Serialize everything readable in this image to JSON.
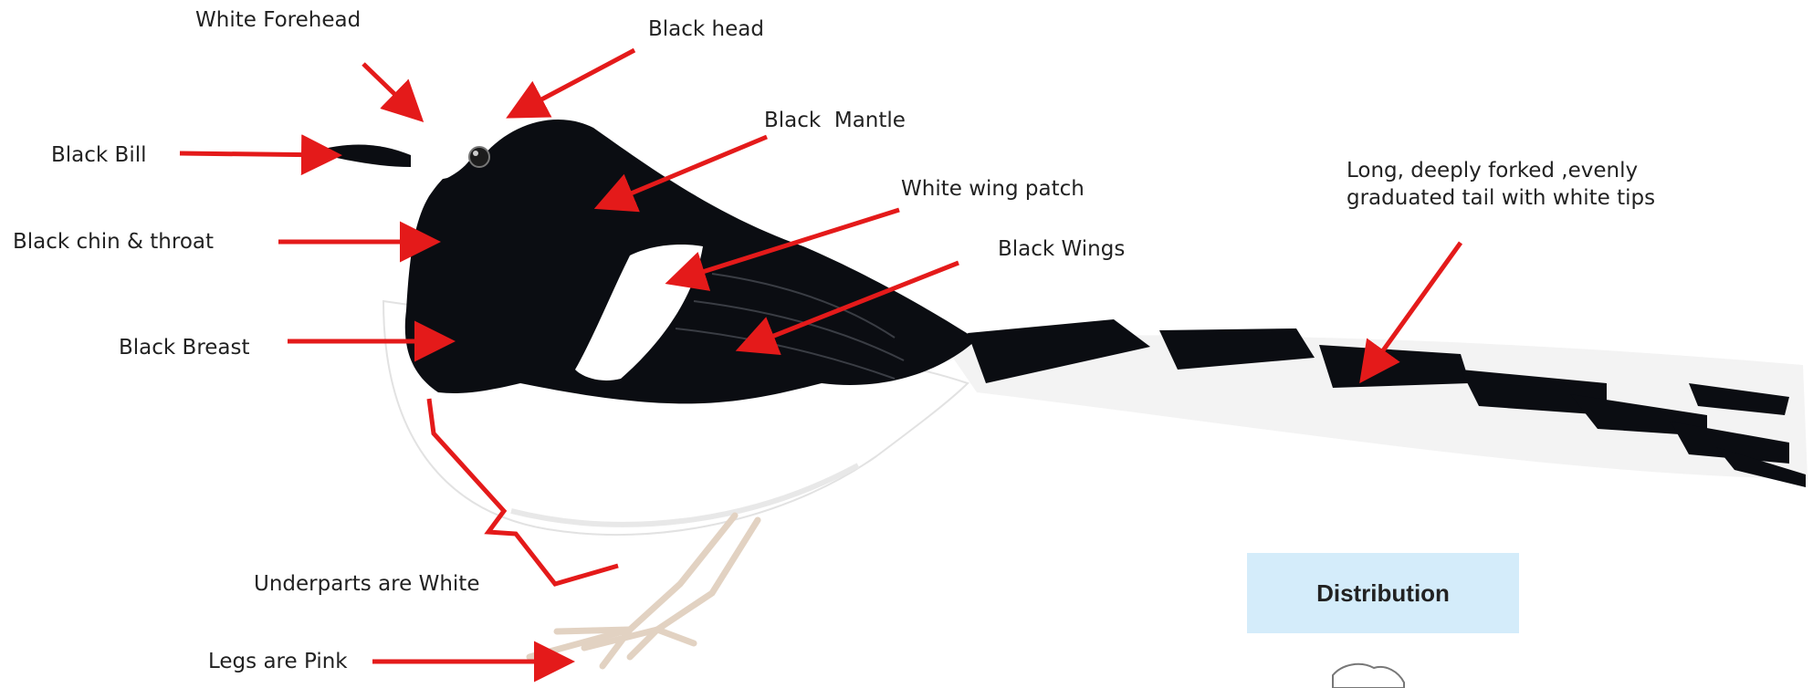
{
  "labels": {
    "white_forehead": "White Forehead",
    "black_head": "Black head",
    "black_mantle": "Black  Mantle",
    "black_bill": "Black Bill",
    "white_wing_patch": "White wing patch",
    "black_chin_throat": "Black chin & throat",
    "black_wings": "Black Wings",
    "black_breast": "Black Breast",
    "tail": "Long, deeply forked ,evenly graduated tail with white tips",
    "underparts": "Underparts are White",
    "legs": "Legs are Pink"
  },
  "distribution": {
    "title": "Distribution"
  },
  "colors": {
    "arrow": "#e41a1a",
    "plumage_black": "#0b0d12",
    "plumage_white": "#ffffff",
    "legs": "#e2d2c2",
    "distribution_bg": "#d4ecfa"
  },
  "icons": [
    "bird-illustration",
    "map-outline-icon"
  ]
}
